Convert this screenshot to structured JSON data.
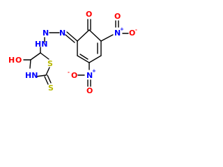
{
  "colors": {
    "carbon_bond": "#000000",
    "nitrogen": "#0000ff",
    "oxygen": "#ff0000",
    "sulfur": "#b8b800",
    "background": "#ffffff"
  },
  "atoms": {
    "keto_oxygen": "O",
    "azo_n1": "N",
    "azo_n2": "N",
    "hydrazo_nh": "HN",
    "nitro1_n": "N",
    "nitro1_charge": "+",
    "nitro1_o_top": "O",
    "nitro1_o_side": "O",
    "nitro1_o_charge": "-",
    "nitro2_n": "N",
    "nitro2_charge": "+",
    "nitro2_o_left": "O",
    "nitro2_o_left_charge": "-",
    "nitro2_o_bottom": "O",
    "ring_oh_o": "O",
    "ring_oh_h": "H",
    "ring_nh": "HN",
    "ring_s": "S",
    "thione_s": "S"
  }
}
